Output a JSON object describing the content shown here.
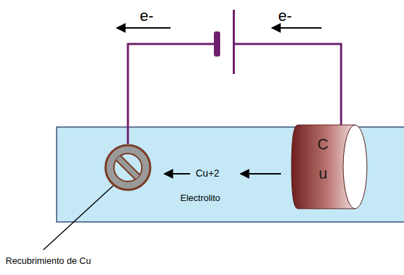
{
  "diagram": {
    "nodes": [
      {
        "text": [
          "C u"
        ]
      }
    ],
    "labels": [
      "e-",
      "e-",
      "Cu+2",
      "Electrolito",
      "Recubrimiento de Cu"
    ]
  }
}
